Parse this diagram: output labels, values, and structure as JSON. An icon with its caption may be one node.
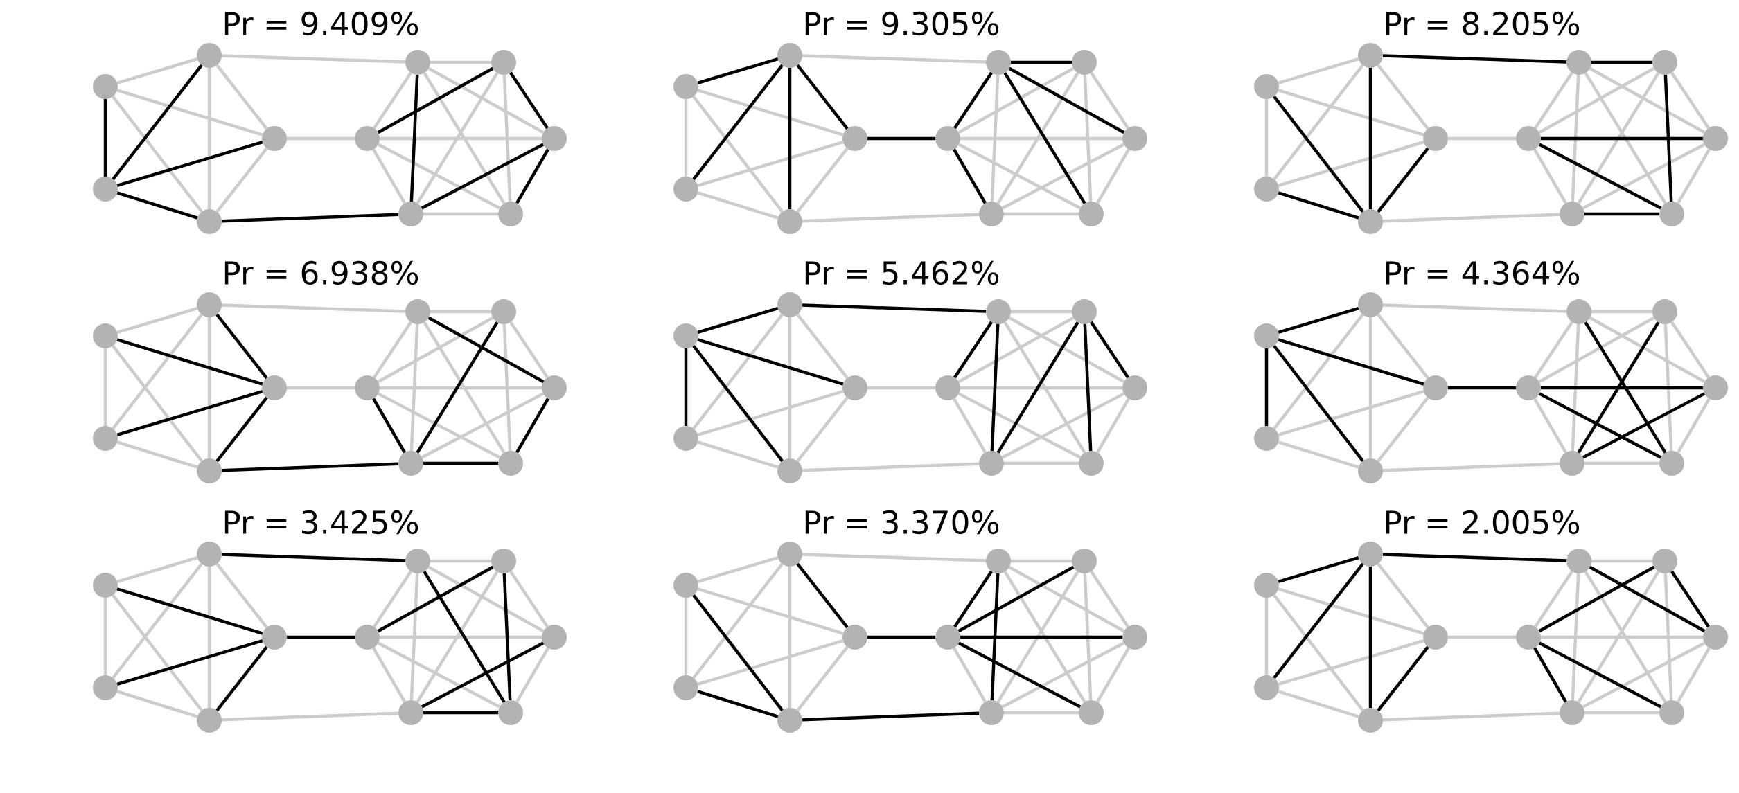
{
  "diagram": {
    "nodes": [
      {
        "text": [],
        "shape": "circle"
      },
      {
        "text": [],
        "shape": "circle"
      },
      {
        "text": [],
        "shape": "circle"
      },
      {
        "text": [],
        "shape": "circle"
      },
      {
        "text": [],
        "shape": "circle"
      },
      {
        "text": [],
        "shape": "circle"
      },
      {
        "text": [],
        "shape": "circle"
      },
      {
        "text": [],
        "shape": "circle"
      },
      {
        "text": [],
        "shape": "circle"
      },
      {
        "text": [],
        "shape": "circle"
      },
      {
        "text": [],
        "shape": "circle"
      },
      {
        "text": [],
        "shape": "circle"
      },
      {
        "text": [],
        "shape": "circle"
      },
      {
        "text": [],
        "shape": "circle"
      },
      {
        "text": [],
        "shape": "circle"
      },
      {
        "text": [],
        "shape": "circle"
      },
      {
        "text": [],
        "shape": "circle"
      },
      {
        "text": [],
        "shape": "circle"
      },
      {
        "text": [],
        "shape": "circle"
      },
      {
        "text": [],
        "shape": "circle"
      },
      {
        "text": [],
        "shape": "circle"
      },
      {
        "text": [],
        "shape": "circle"
      },
      {
        "text": [],
        "shape": "circle"
      },
      {
        "text": [],
        "shape": "circle"
      },
      {
        "text": [],
        "shape": "circle"
      },
      {
        "text": [],
        "shape": "circle"
      },
      {
        "text": [],
        "shape": "circle"
      },
      {
        "text": [],
        "shape": "circle"
      },
      {
        "text": [],
        "shape": "circle"
      },
      {
        "text": [],
        "shape": "circle"
      },
      {
        "text": [],
        "shape": "circle"
      },
      {
        "text": [],
        "shape": "circle"
      },
      {
        "text": [],
        "shape": "circle"
      },
      {
        "text": [],
        "shape": "circle"
      },
      {
        "text": [],
        "shape": "circle"
      },
      {
        "text": [],
        "shape": "circle"
      },
      {
        "text": [],
        "shape": "circle"
      },
      {
        "text": [],
        "shape": "circle"
      },
      {
        "text": [],
        "shape": "circle"
      },
      {
        "text": [],
        "shape": "circle"
      },
      {
        "text": [],
        "shape": "circle"
      },
      {
        "text": [],
        "shape": "circle"
      },
      {
        "text": [],
        "shape": "circle"
      },
      {
        "text": [],
        "shape": "circle"
      },
      {
        "text": [],
        "shape": "circle"
      },
      {
        "text": [],
        "shape": "circle"
      },
      {
        "text": [],
        "shape": "circle"
      },
      {
        "text": [],
        "shape": "circle"
      },
      {
        "text": [],
        "shape": "circle"
      },
      {
        "text": [],
        "shape": "circle"
      },
      {
        "text": [],
        "shape": "circle"
      },
      {
        "text": [],
        "shape": "circle"
      },
      {
        "text": [],
        "shape": "circle"
      },
      {
        "text": [],
        "shape": "circle"
      },
      {
        "text": [],
        "shape": "circle"
      },
      {
        "text": [],
        "shape": "circle"
      },
      {
        "text": [],
        "shape": "circle"
      },
      {
        "text": [],
        "shape": "circle"
      },
      {
        "text": [],
        "shape": "circle"
      },
      {
        "text": [],
        "shape": "circle"
      },
      {
        "text": [],
        "shape": "circle"
      },
      {
        "text": [],
        "shape": "circle"
      },
      {
        "text": [],
        "shape": "circle"
      },
      {
        "text": [],
        "shape": "circle"
      },
      {
        "text": [],
        "shape": "circle"
      },
      {
        "text": [],
        "shape": "circle"
      },
      {
        "text": [],
        "shape": "circle"
      },
      {
        "text": [],
        "shape": "circle"
      },
      {
        "text": [],
        "shape": "circle"
      },
      {
        "text": [],
        "shape": "circle"
      },
      {
        "text": [],
        "shape": "circle"
      },
      {
        "text": [],
        "shape": "circle"
      },
      {
        "text": [],
        "shape": "circle"
      },
      {
        "text": [],
        "shape": "circle"
      },
      {
        "text": [],
        "shape": "circle"
      },
      {
        "text": [],
        "shape": "circle"
      },
      {
        "text": [],
        "shape": "circle"
      },
      {
        "text": [],
        "shape": "circle"
      },
      {
        "text": [],
        "shape": "circle"
      },
      {
        "text": [],
        "shape": "circle"
      },
      {
        "text": [],
        "shape": "circle"
      },
      {
        "text": [],
        "shape": "circle"
      },
      {
        "text": [],
        "shape": "circle"
      },
      {
        "text": [],
        "shape": "circle"
      },
      {
        "text": [],
        "shape": "circle"
      },
      {
        "text": [],
        "shape": "circle"
      },
      {
        "text": [],
        "shape": "circle"
      },
      {
        "text": [],
        "shape": "circle"
      },
      {
        "text": [],
        "shape": "circle"
      },
      {
        "text": [],
        "shape": "circle"
      },
      {
        "text": [],
        "shape": "circle"
      },
      {
        "text": [],
        "shape": "circle"
      },
      {
        "text": [],
        "shape": "circle"
      },
      {
        "text": [],
        "shape": "circle"
      },
      {
        "text": [],
        "shape": "circle"
      },
      {
        "text": [],
        "shape": "circle"
      },
      {
        "text": [],
        "shape": "circle"
      },
      {
        "text": [],
        "shape": "circle"
      },
      {
        "text": [],
        "shape": "circle"
      }
    ],
    "edges": [
      {
        "from": 0,
        "to": 1,
        "arrow": "none",
        "color": "#000000"
      },
      {
        "from": 0,
        "to": 2,
        "arrow": "none"
      },
      {
        "from": 0,
        "to": 3,
        "arrow": "none"
      },
      {
        "from": 0,
        "to": 4,
        "arrow": "none"
      },
      {
        "from": 1,
        "to": 2,
        "arrow": "none",
        "color": "#000000"
      },
      {
        "from": 1,
        "to": 3,
        "arrow": "none",
        "color": "#000000"
      },
      {
        "from": 1,
        "to": 4,
        "arrow": "none",
        "color": "#000000"
      },
      {
        "from": 2,
        "to": 3,
        "arrow": "none"
      },
      {
        "from": 2,
        "to": 4,
        "arrow": "none"
      },
      {
        "from": 3,
        "to": 4,
        "arrow": "none"
      },
      {
        "from": 2,
        "to": 6,
        "arrow": "none"
      },
      {
        "from": 4,
        "to": 5,
        "arrow": "none"
      },
      {
        "from": 3,
        "to": 7,
        "arrow": "none",
        "color": "#000000"
      },
      {
        "from": 5,
        "to": 6,
        "arrow": "none"
      },
      {
        "from": 5,
        "to": 7,
        "arrow": "none"
      },
      {
        "from": 5,
        "to": 8,
        "arrow": "none",
        "color": "#000000"
      },
      {
        "from": 5,
        "to": 9,
        "arrow": "none"
      },
      {
        "from": 5,
        "to": 10,
        "arrow": "none"
      },
      {
        "from": 6,
        "to": 7,
        "arrow": "none",
        "color": "#000000"
      },
      {
        "from": 6,
        "to": 8,
        "arrow": "none"
      },
      {
        "from": 6,
        "to": 9,
        "arrow": "none"
      },
      {
        "from": 6,
        "to": 10,
        "arrow": "none"
      },
      {
        "from": 7,
        "to": 8,
        "arrow": "none"
      },
      {
        "from": 7,
        "to": 9,
        "arrow": "none"
      },
      {
        "from": 7,
        "to": 10,
        "arrow": "none",
        "color": "#000000"
      },
      {
        "from": 8,
        "to": 9,
        "arrow": "none"
      },
      {
        "from": 8,
        "to": 10,
        "arrow": "none",
        "color": "#000000"
      },
      {
        "from": 9,
        "to": 10,
        "arrow": "none",
        "color": "#000000"
      },
      {
        "from": 11,
        "to": 12,
        "arrow": "none"
      },
      {
        "from": 11,
        "to": 13,
        "arrow": "none",
        "color": "#000000"
      },
      {
        "from": 11,
        "to": 14,
        "arrow": "none"
      },
      {
        "from": 11,
        "to": 15,
        "arrow": "none"
      },
      {
        "from": 12,
        "to": 13,
        "arrow": "none",
        "color": "#000000"
      },
      {
        "from": 12,
        "to": 14,
        "arrow": "none"
      },
      {
        "from": 12,
        "to": 15,
        "arrow": "none"
      },
      {
        "from": 13,
        "to": 14,
        "arrow": "none",
        "color": "#000000"
      },
      {
        "from": 13,
        "to": 15,
        "arrow": "none",
        "color": "#000000"
      },
      {
        "from": 14,
        "to": 15,
        "arrow": "none"
      },
      {
        "from": 13,
        "to": 17,
        "arrow": "none"
      },
      {
        "from": 15,
        "to": 16,
        "arrow": "none",
        "color": "#000000"
      },
      {
        "from": 14,
        "to": 18,
        "arrow": "none"
      },
      {
        "from": 16,
        "to": 17,
        "arrow": "none",
        "color": "#000000"
      },
      {
        "from": 16,
        "to": 18,
        "arrow": "none",
        "color": "#000000"
      },
      {
        "from": 16,
        "to": 19,
        "arrow": "none"
      },
      {
        "from": 16,
        "to": 20,
        "arrow": "none"
      },
      {
        "from": 16,
        "to": 21,
        "arrow": "none"
      },
      {
        "from": 17,
        "to": 18,
        "arrow": "none"
      },
      {
        "from": 17,
        "to": 19,
        "arrow": "none",
        "color": "#000000"
      },
      {
        "from": 17,
        "to": 20,
        "arrow": "none",
        "color": "#000000"
      },
      {
        "from": 17,
        "to": 21,
        "arrow": "none",
        "color": "#000000"
      },
      {
        "from": 18,
        "to": 19,
        "arrow": "none"
      },
      {
        "from": 18,
        "to": 20,
        "arrow": "none"
      },
      {
        "from": 18,
        "to": 21,
        "arrow": "none"
      },
      {
        "from": 19,
        "to": 20,
        "arrow": "none"
      },
      {
        "from": 19,
        "to": 21,
        "arrow": "none"
      },
      {
        "from": 20,
        "to": 21,
        "arrow": "none"
      },
      {
        "from": 22,
        "to": 23,
        "arrow": "none"
      },
      {
        "from": 22,
        "to": 24,
        "arrow": "none"
      },
      {
        "from": 22,
        "to": 25,
        "arrow": "none",
        "color": "#000000"
      },
      {
        "from": 22,
        "to": 26,
        "arrow": "none"
      },
      {
        "from": 23,
        "to": 24,
        "arrow": "none"
      },
      {
        "from": 23,
        "to": 25,
        "arrow": "none",
        "color": "#000000"
      },
      {
        "from": 23,
        "to": 26,
        "arrow": "none"
      },
      {
        "from": 24,
        "to": 25,
        "arrow": "none",
        "color": "#000000"
      },
      {
        "from": 24,
        "to": 26,
        "arrow": "none"
      },
      {
        "from": 25,
        "to": 26,
        "arrow": "none",
        "color": "#000000"
      },
      {
        "from": 24,
        "to": 28,
        "arrow": "none",
        "color": "#000000"
      },
      {
        "from": 26,
        "to": 27,
        "arrow": "none"
      },
      {
        "from": 25,
        "to": 29,
        "arrow": "none"
      },
      {
        "from": 27,
        "to": 28,
        "arrow": "none"
      },
      {
        "from": 27,
        "to": 29,
        "arrow": "none"
      },
      {
        "from": 27,
        "to": 30,
        "arrow": "none"
      },
      {
        "from": 27,
        "to": 31,
        "arrow": "none",
        "color": "#000000"
      },
      {
        "from": 27,
        "to": 32,
        "arrow": "none",
        "color": "#000000"
      },
      {
        "from": 28,
        "to": 29,
        "arrow": "none"
      },
      {
        "from": 28,
        "to": 30,
        "arrow": "none",
        "color": "#000000"
      },
      {
        "from": 28,
        "to": 31,
        "arrow": "none"
      },
      {
        "from": 28,
        "to": 32,
        "arrow": "none"
      },
      {
        "from": 29,
        "to": 30,
        "arrow": "none"
      },
      {
        "from": 29,
        "to": 31,
        "arrow": "none",
        "color": "#000000"
      },
      {
        "from": 29,
        "to": 32,
        "arrow": "none"
      },
      {
        "from": 30,
        "to": 31,
        "arrow": "none",
        "color": "#000000"
      },
      {
        "from": 30,
        "to": 32,
        "arrow": "none"
      },
      {
        "from": 31,
        "to": 32,
        "arrow": "none"
      },
      {
        "from": 33,
        "to": 34,
        "arrow": "none"
      },
      {
        "from": 33,
        "to": 35,
        "arrow": "none"
      },
      {
        "from": 33,
        "to": 36,
        "arrow": "none"
      },
      {
        "from": 33,
        "to": 37,
        "arrow": "none",
        "color": "#000000"
      },
      {
        "from": 34,
        "to": 35,
        "arrow": "none"
      },
      {
        "from": 34,
        "to": 36,
        "arrow": "none"
      },
      {
        "from": 34,
        "to": 37,
        "arrow": "none",
        "color": "#000000"
      },
      {
        "from": 35,
        "to": 36,
        "arrow": "none"
      },
      {
        "from": 35,
        "to": 37,
        "arrow": "none",
        "color": "#000000"
      },
      {
        "from": 36,
        "to": 37,
        "arrow": "none",
        "color": "#000000"
      },
      {
        "from": 35,
        "to": 39,
        "arrow": "none"
      },
      {
        "from": 37,
        "to": 38,
        "arrow": "none"
      },
      {
        "from": 36,
        "to": 40,
        "arrow": "none",
        "color": "#000000"
      },
      {
        "from": 38,
        "to": 39,
        "arrow": "none"
      },
      {
        "from": 38,
        "to": 40,
        "arrow": "none",
        "color": "#000000"
      },
      {
        "from": 38,
        "to": 41,
        "arrow": "none"
      },
      {
        "from": 38,
        "to": 42,
        "arrow": "none"
      },
      {
        "from": 38,
        "to": 43,
        "arrow": "none"
      },
      {
        "from": 39,
        "to": 40,
        "arrow": "none"
      },
      {
        "from": 39,
        "to": 41,
        "arrow": "none"
      },
      {
        "from": 39,
        "to": 42,
        "arrow": "none"
      },
      {
        "from": 39,
        "to": 43,
        "arrow": "none",
        "color": "#000000"
      },
      {
        "from": 40,
        "to": 41,
        "arrow": "none",
        "color": "#000000"
      },
      {
        "from": 40,
        "to": 42,
        "arrow": "none",
        "color": "#000000"
      },
      {
        "from": 40,
        "to": 43,
        "arrow": "none"
      },
      {
        "from": 41,
        "to": 42,
        "arrow": "none"
      },
      {
        "from": 41,
        "to": 43,
        "arrow": "none"
      },
      {
        "from": 42,
        "to": 43,
        "arrow": "none",
        "color": "#000000"
      },
      {
        "from": 44,
        "to": 45,
        "arrow": "none",
        "color": "#000000"
      },
      {
        "from": 44,
        "to": 46,
        "arrow": "none",
        "color": "#000000"
      },
      {
        "from": 44,
        "to": 47,
        "arrow": "none",
        "color": "#000000"
      },
      {
        "from": 44,
        "to": 48,
        "arrow": "none",
        "color": "#000000"
      },
      {
        "from": 45,
        "to": 46,
        "arrow": "none"
      },
      {
        "from": 45,
        "to": 47,
        "arrow": "none"
      },
      {
        "from": 45,
        "to": 48,
        "arrow": "none"
      },
      {
        "from": 46,
        "to": 47,
        "arrow": "none"
      },
      {
        "from": 46,
        "to": 48,
        "arrow": "none"
      },
      {
        "from": 47,
        "to": 48,
        "arrow": "none"
      },
      {
        "from": 46,
        "to": 50,
        "arrow": "none",
        "color": "#000000"
      },
      {
        "from": 48,
        "to": 49,
        "arrow": "none"
      },
      {
        "from": 47,
        "to": 51,
        "arrow": "none"
      },
      {
        "from": 49,
        "to": 50,
        "arrow": "none",
        "color": "#000000"
      },
      {
        "from": 49,
        "to": 51,
        "arrow": "none"
      },
      {
        "from": 49,
        "to": 52,
        "arrow": "none"
      },
      {
        "from": 49,
        "to": 53,
        "arrow": "none"
      },
      {
        "from": 49,
        "to": 54,
        "arrow": "none"
      },
      {
        "from": 50,
        "to": 51,
        "arrow": "none",
        "color": "#000000"
      },
      {
        "from": 50,
        "to": 52,
        "arrow": "none"
      },
      {
        "from": 50,
        "to": 53,
        "arrow": "none"
      },
      {
        "from": 50,
        "to": 54,
        "arrow": "none"
      },
      {
        "from": 51,
        "to": 52,
        "arrow": "none",
        "color": "#000000"
      },
      {
        "from": 51,
        "to": 53,
        "arrow": "none"
      },
      {
        "from": 51,
        "to": 54,
        "arrow": "none"
      },
      {
        "from": 52,
        "to": 53,
        "arrow": "none",
        "color": "#000000"
      },
      {
        "from": 52,
        "to": 54,
        "arrow": "none",
        "color": "#000000"
      },
      {
        "from": 53,
        "to": 54,
        "arrow": "none"
      },
      {
        "from": 55,
        "to": 56,
        "arrow": "none",
        "color": "#000000"
      },
      {
        "from": 55,
        "to": 57,
        "arrow": "none",
        "color": "#000000"
      },
      {
        "from": 55,
        "to": 58,
        "arrow": "none",
        "color": "#000000"
      },
      {
        "from": 55,
        "to": 59,
        "arrow": "none",
        "color": "#000000"
      },
      {
        "from": 56,
        "to": 57,
        "arrow": "none"
      },
      {
        "from": 56,
        "to": 58,
        "arrow": "none"
      },
      {
        "from": 56,
        "to": 59,
        "arrow": "none"
      },
      {
        "from": 57,
        "to": 58,
        "arrow": "none"
      },
      {
        "from": 57,
        "to": 59,
        "arrow": "none"
      },
      {
        "from": 58,
        "to": 59,
        "arrow": "none"
      },
      {
        "from": 57,
        "to": 61,
        "arrow": "none"
      },
      {
        "from": 59,
        "to": 60,
        "arrow": "none",
        "color": "#000000"
      },
      {
        "from": 58,
        "to": 62,
        "arrow": "none"
      },
      {
        "from": 60,
        "to": 61,
        "arrow": "none"
      },
      {
        "from": 60,
        "to": 62,
        "arrow": "none"
      },
      {
        "from": 60,
        "to": 63,
        "arrow": "none"
      },
      {
        "from": 60,
        "to": 64,
        "arrow": "none",
        "color": "#000000"
      },
      {
        "from": 60,
        "to": 65,
        "arrow": "none",
        "color": "#000000"
      },
      {
        "from": 61,
        "to": 62,
        "arrow": "none"
      },
      {
        "from": 61,
        "to": 63,
        "arrow": "none"
      },
      {
        "from": 61,
        "to": 64,
        "arrow": "none",
        "color": "#000000"
      },
      {
        "from": 61,
        "to": 65,
        "arrow": "none"
      },
      {
        "from": 62,
        "to": 63,
        "arrow": "none",
        "color": "#000000"
      },
      {
        "from": 62,
        "to": 64,
        "arrow": "none"
      },
      {
        "from": 62,
        "to": 65,
        "arrow": "none",
        "color": "#000000"
      },
      {
        "from": 63,
        "to": 64,
        "arrow": "none"
      },
      {
        "from": 63,
        "to": 65,
        "arrow": "none"
      },
      {
        "from": 64,
        "to": 65,
        "arrow": "none"
      },
      {
        "from": 66,
        "to": 67,
        "arrow": "none"
      },
      {
        "from": 66,
        "to": 68,
        "arrow": "none"
      },
      {
        "from": 66,
        "to": 69,
        "arrow": "none"
      },
      {
        "from": 66,
        "to": 70,
        "arrow": "none",
        "color": "#000000"
      },
      {
        "from": 67,
        "to": 68,
        "arrow": "none"
      },
      {
        "from": 67,
        "to": 69,
        "arrow": "none"
      },
      {
        "from": 67,
        "to": 70,
        "arrow": "none",
        "color": "#000000"
      },
      {
        "from": 68,
        "to": 69,
        "arrow": "none"
      },
      {
        "from": 68,
        "to": 70,
        "arrow": "none"
      },
      {
        "from": 69,
        "to": 70,
        "arrow": "none",
        "color": "#000000"
      },
      {
        "from": 68,
        "to": 72,
        "arrow": "none",
        "color": "#000000"
      },
      {
        "from": 70,
        "to": 71,
        "arrow": "none",
        "color": "#000000"
      },
      {
        "from": 69,
        "to": 73,
        "arrow": "none"
      },
      {
        "from": 71,
        "to": 72,
        "arrow": "none"
      },
      {
        "from": 71,
        "to": 73,
        "arrow": "none"
      },
      {
        "from": 71,
        "to": 74,
        "arrow": "none",
        "color": "#000000"
      },
      {
        "from": 71,
        "to": 75,
        "arrow": "none"
      },
      {
        "from": 71,
        "to": 76,
        "arrow": "none"
      },
      {
        "from": 72,
        "to": 73,
        "arrow": "none"
      },
      {
        "from": 72,
        "to": 74,
        "arrow": "none"
      },
      {
        "from": 72,
        "to": 75,
        "arrow": "none",
        "color": "#000000"
      },
      {
        "from": 72,
        "to": 76,
        "arrow": "none"
      },
      {
        "from": 73,
        "to": 74,
        "arrow": "none"
      },
      {
        "from": 73,
        "to": 75,
        "arrow": "none",
        "color": "#000000"
      },
      {
        "from": 73,
        "to": 76,
        "arrow": "none",
        "color": "#000000"
      },
      {
        "from": 74,
        "to": 75,
        "arrow": "none",
        "color": "#000000"
      },
      {
        "from": 74,
        "to": 76,
        "arrow": "none"
      },
      {
        "from": 75,
        "to": 76,
        "arrow": "none"
      },
      {
        "from": 77,
        "to": 78,
        "arrow": "none"
      },
      {
        "from": 77,
        "to": 79,
        "arrow": "none"
      },
      {
        "from": 77,
        "to": 80,
        "arrow": "none",
        "color": "#000000"
      },
      {
        "from": 77,
        "to": 81,
        "arrow": "none"
      },
      {
        "from": 78,
        "to": 79,
        "arrow": "none"
      },
      {
        "from": 78,
        "to": 80,
        "arrow": "none",
        "color": "#000000"
      },
      {
        "from": 78,
        "to": 81,
        "arrow": "none"
      },
      {
        "from": 79,
        "to": 80,
        "arrow": "none"
      },
      {
        "from": 79,
        "to": 81,
        "arrow": "none",
        "color": "#000000"
      },
      {
        "from": 80,
        "to": 81,
        "arrow": "none"
      },
      {
        "from": 79,
        "to": 83,
        "arrow": "none"
      },
      {
        "from": 81,
        "to": 82,
        "arrow": "none",
        "color": "#000000"
      },
      {
        "from": 80,
        "to": 84,
        "arrow": "none",
        "color": "#000000"
      },
      {
        "from": 82,
        "to": 83,
        "arrow": "none",
        "color": "#000000"
      },
      {
        "from": 82,
        "to": 84,
        "arrow": "none"
      },
      {
        "from": 82,
        "to": 85,
        "arrow": "none",
        "color": "#000000"
      },
      {
        "from": 82,
        "to": 86,
        "arrow": "none",
        "color": "#000000"
      },
      {
        "from": 82,
        "to": 87,
        "arrow": "none",
        "color": "#000000"
      },
      {
        "from": 83,
        "to": 84,
        "arrow": "none",
        "color": "#000000"
      },
      {
        "from": 83,
        "to": 85,
        "arrow": "none"
      },
      {
        "from": 83,
        "to": 86,
        "arrow": "none"
      },
      {
        "from": 83,
        "to": 87,
        "arrow": "none"
      },
      {
        "from": 84,
        "to": 85,
        "arrow": "none"
      },
      {
        "from": 84,
        "to": 86,
        "arrow": "none"
      },
      {
        "from": 84,
        "to": 87,
        "arrow": "none"
      },
      {
        "from": 85,
        "to": 86,
        "arrow": "none"
      },
      {
        "from": 85,
        "to": 87,
        "arrow": "none"
      },
      {
        "from": 86,
        "to": 87,
        "arrow": "none"
      },
      {
        "from": 88,
        "to": 89,
        "arrow": "none"
      },
      {
        "from": 88,
        "to": 90,
        "arrow": "none",
        "color": "#000000"
      },
      {
        "from": 88,
        "to": 91,
        "arrow": "none"
      },
      {
        "from": 88,
        "to": 92,
        "arrow": "none"
      },
      {
        "from": 89,
        "to": 90,
        "arrow": "none",
        "color": "#000000"
      },
      {
        "from": 89,
        "to": 91,
        "arrow": "none"
      },
      {
        "from": 89,
        "to": 92,
        "arrow": "none"
      },
      {
        "from": 90,
        "to": 91,
        "arrow": "none",
        "color": "#000000"
      },
      {
        "from": 90,
        "to": 92,
        "arrow": "none"
      },
      {
        "from": 91,
        "to": 92,
        "arrow": "none",
        "color": "#000000"
      },
      {
        "from": 90,
        "to": 94,
        "arrow": "none",
        "color": "#000000"
      },
      {
        "from": 92,
        "to": 93,
        "arrow": "none"
      },
      {
        "from": 91,
        "to": 95,
        "arrow": "none"
      },
      {
        "from": 93,
        "to": 94,
        "arrow": "none"
      },
      {
        "from": 93,
        "to": 95,
        "arrow": "none",
        "color": "#000000"
      },
      {
        "from": 93,
        "to": 96,
        "arrow": "none",
        "color": "#000000"
      },
      {
        "from": 93,
        "to": 97,
        "arrow": "none",
        "color": "#000000"
      },
      {
        "from": 93,
        "to": 98,
        "arrow": "none"
      },
      {
        "from": 94,
        "to": 95,
        "arrow": "none"
      },
      {
        "from": 94,
        "to": 96,
        "arrow": "none"
      },
      {
        "from": 94,
        "to": 97,
        "arrow": "none"
      },
      {
        "from": 94,
        "to": 98,
        "arrow": "none",
        "color": "#000000"
      },
      {
        "from": 95,
        "to": 96,
        "arrow": "none"
      },
      {
        "from": 95,
        "to": 97,
        "arrow": "none"
      },
      {
        "from": 95,
        "to": 98,
        "arrow": "none"
      },
      {
        "from": 96,
        "to": 97,
        "arrow": "none"
      },
      {
        "from": 96,
        "to": 98,
        "arrow": "none",
        "color": "#000000"
      },
      {
        "from": 97,
        "to": 98,
        "arrow": "none"
      }
    ],
    "labels": [
      "Pr = 9.409%",
      "Pr = 9.305%",
      "Pr = 8.205%",
      "Pr = 6.938%",
      "Pr = 5.462%",
      "Pr = 4.364%",
      "Pr = 3.425%",
      "Pr = 3.370%",
      "Pr = 2.005%"
    ]
  }
}
